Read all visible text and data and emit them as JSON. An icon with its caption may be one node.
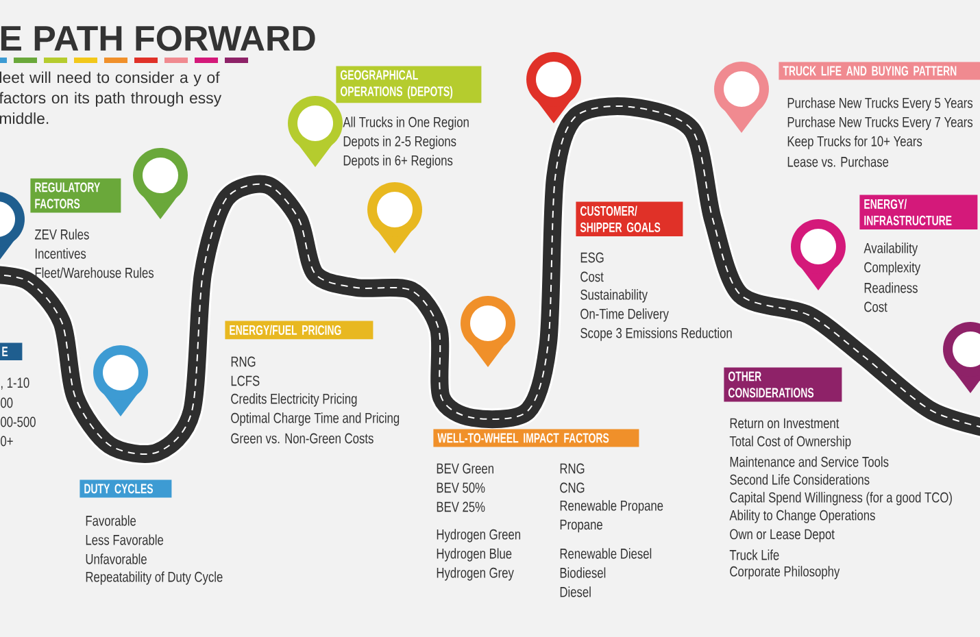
{
  "diagram": {
    "title": "E PATH FORWARD",
    "nodes": [
      {
        "text": [
          "E"
        ],
        "beside": [
          ", 1-10",
          "00",
          "00-500",
          "0+"
        ]
      },
      {
        "text": [
          "REGULATORY FACTORS"
        ],
        "beside": [
          "ZEV Rules",
          "Incentives",
          "Fleet/Warehouse Rules"
        ]
      },
      {
        "text": [
          "GEOGRAPHICAL OPERATIONS (DEPOTS)"
        ],
        "beside": [
          "All Trucks in One Region",
          "Depots in 2-5 Regions",
          "Depots in 6+ Regions"
        ]
      },
      {
        "text": [
          "DUTY CYCLES"
        ],
        "beside": [
          "Favorable",
          "Less Favorable",
          "Unfavorable",
          "Repeatability of Duty Cycle"
        ]
      },
      {
        "text": [
          "ENERGY/FUEL PRICING"
        ],
        "beside": [
          "RNG",
          "LCFS",
          "Credits Electricity Pricing",
          "Optimal Charge Time and Pricing",
          "Green vs. Non-Green Costs"
        ]
      },
      {
        "text": [
          "CUSTOMER/ SHIPPER GOALS"
        ],
        "beside": [
          "ESG",
          "Cost",
          "Sustainability",
          "On-Time Delivery",
          "Scope 3 Emissions Reduction"
        ]
      },
      {
        "text": [
          "WELL-TO-WHEEL IMPACT FACTORS"
        ],
        "beside": [
          "BEV Green",
          "BEV 50%",
          "BEV 25%",
          "Hydrogen Green",
          "Hydrogen Blue",
          "Hydrogen Grey",
          "RNG",
          "CNG",
          "Renewable Propane",
          "Propane",
          "Renewable  Diesel",
          "Biodiesel",
          "Diesel"
        ]
      },
      {
        "text": [
          "TRUCK LIFE AND BUYING PATTERN"
        ],
        "beside": [
          "Purchase New Trucks Every 5 Years",
          "Purchase New Trucks Every 7 Years",
          "Keep Trucks for 10+ Years",
          "Lease vs. Purchase"
        ]
      },
      {
        "text": [
          "ENERGY/ INFRASTRUCTURE"
        ],
        "beside": [
          "Availability",
          "Complexity",
          "Readiness",
          "Cost"
        ]
      },
      {
        "text": [
          "OTHER CONSIDERATIONS"
        ],
        "beside": [
          "Return on Investment",
          "Total Cost of Ownership",
          "Maintenance and Service Tools",
          "Second Life Considerations",
          "Capital Spend Willingness (for a good TCO)",
          "Ability to Change Operations",
          "Own or Lease Depot",
          "Truck Life",
          "Corporate Philosophy"
        ]
      }
    ],
    "labels": [
      "leet will need to consider a y of factors on its path through essy middle."
    ]
  }
}
